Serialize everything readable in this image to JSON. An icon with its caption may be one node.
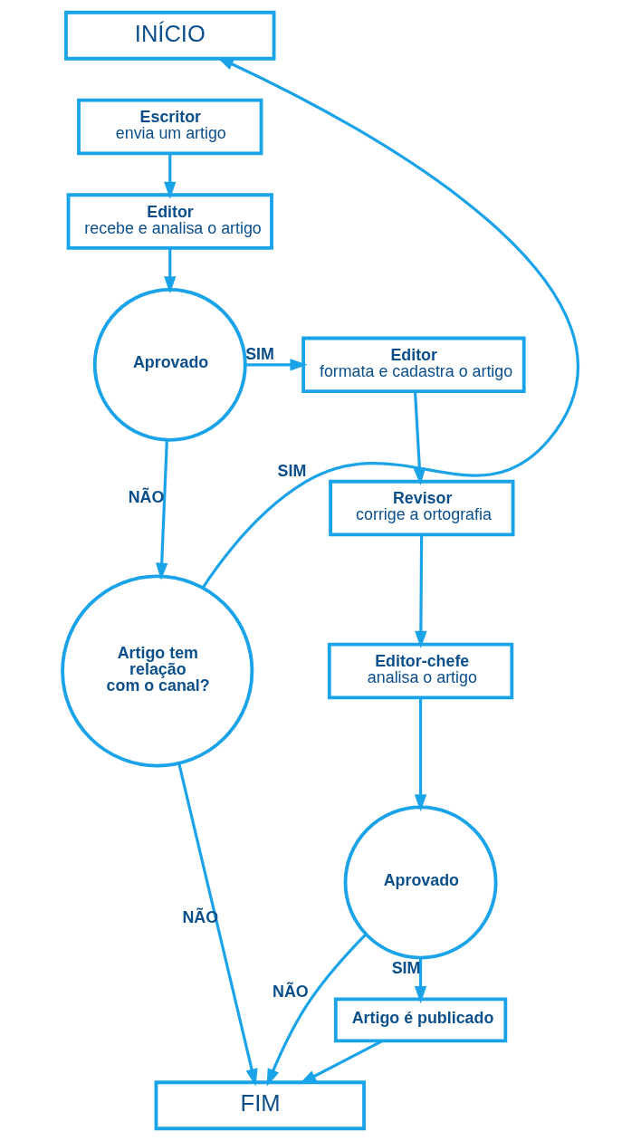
{
  "diagram": {
    "nodes": [
      {
        "text": [
          "INÍCIO"
        ]
      },
      {
        "text": [
          "Escritor",
          "envia um artigo"
        ]
      },
      {
        "text": [
          "Editor",
          "recebe e analisa o artigo"
        ]
      },
      {
        "text": [
          "Aprovado"
        ]
      },
      {
        "text": [
          "Editor",
          "formata e cadastra o artigo"
        ]
      },
      {
        "text": [
          "Artigo tem relação com o canal?"
        ]
      },
      {
        "text": [
          "Revisor",
          "corrige a ortografia"
        ]
      },
      {
        "text": [
          "Editor-chefe",
          "analisa o artigo"
        ]
      },
      {
        "text": [
          "Aprovado"
        ]
      },
      {
        "text": [
          "FIM"
        ]
      },
      {
        "text": [
          "Artigo é publicado"
        ]
      }
    ],
    "edges": [
      {
        "from": 1,
        "to": 2,
        "arrow": "to"
      },
      {
        "from": 2,
        "to": 3,
        "arrow": "to"
      },
      {
        "from": 3,
        "to": 4,
        "arrow": "to",
        "label": "SIM"
      },
      {
        "from": 3,
        "to": 5,
        "arrow": "to",
        "label": "NÃO"
      },
      {
        "from": 5,
        "to": 0,
        "arrow": "to",
        "label": "SIM"
      },
      {
        "from": 5,
        "to": 9,
        "arrow": "to",
        "label": "NÃO"
      },
      {
        "from": 4,
        "to": 6,
        "arrow": "to"
      },
      {
        "from": 6,
        "to": 7,
        "arrow": "to"
      },
      {
        "from": 7,
        "to": 8,
        "arrow": "to"
      },
      {
        "from": 8,
        "to": 9,
        "arrow": "to",
        "label": "NÃO"
      },
      {
        "from": 8,
        "to": 10,
        "arrow": "to",
        "label": "SIM"
      },
      {
        "from": 10,
        "to": 9,
        "arrow": "to"
      }
    ]
  }
}
